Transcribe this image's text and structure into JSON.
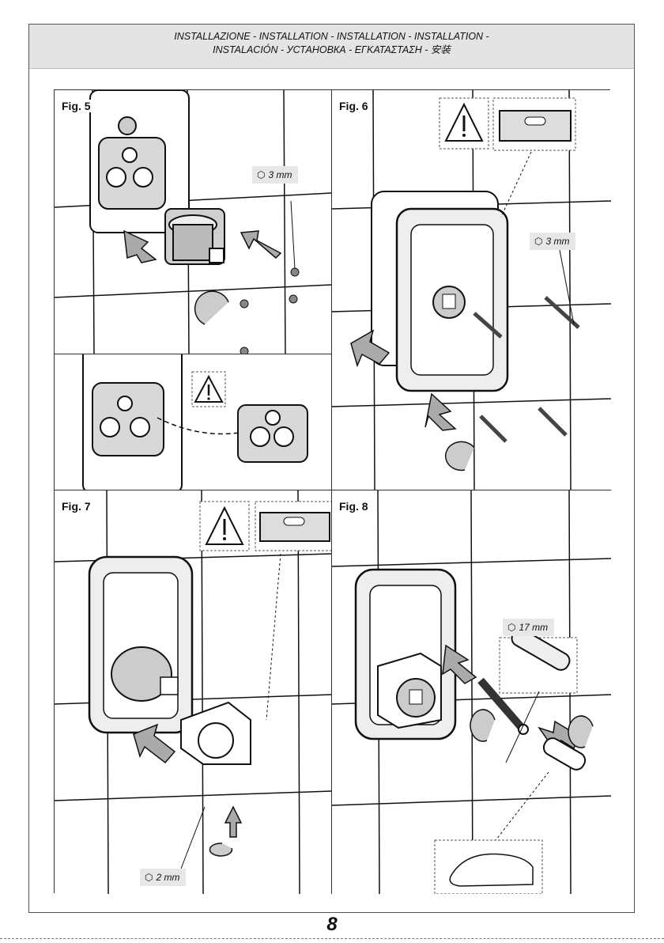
{
  "header": {
    "line1": "INSTALLAZIONE - INSTALLATION - INSTALLATION - INSTALLATION -",
    "line2": "INSTALACIÓN - УСТАНОВКА - ΕΓΚΑΤΑΣΤΑΣΗ - 安装"
  },
  "figures": {
    "fig5": {
      "label": "Fig. 5",
      "tool_size": "3 mm"
    },
    "fig6": {
      "label": "Fig. 6",
      "tool_size": "3 mm"
    },
    "fig7": {
      "label": "Fig. 7",
      "tool_size": "2 mm"
    },
    "fig8": {
      "label": "Fig. 8",
      "tool_size": "17 mm"
    }
  },
  "icons": {
    "hex_glyph": "⬡",
    "warning": "warning-icon"
  },
  "page_number": "8"
}
